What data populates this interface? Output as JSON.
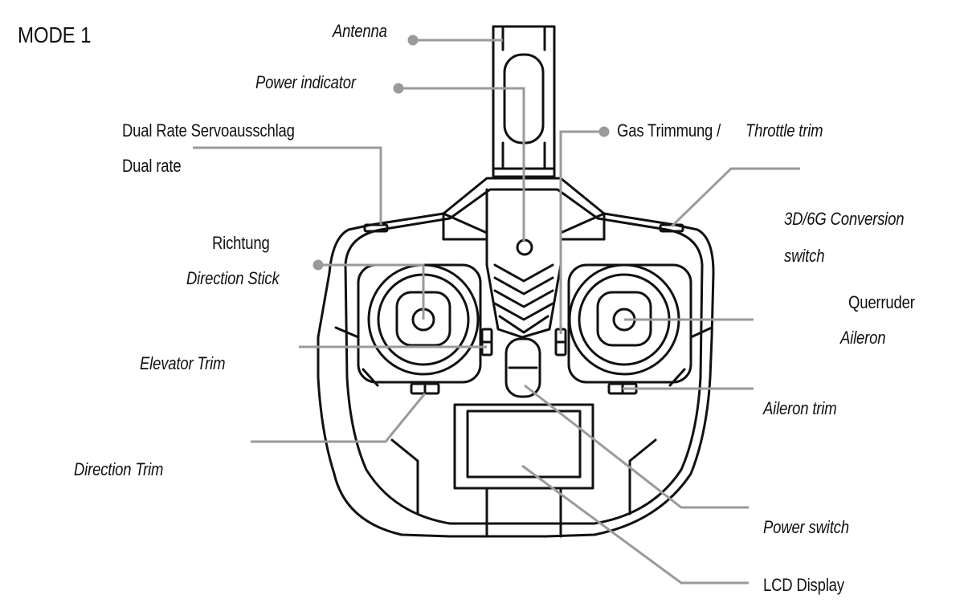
{
  "mode_label": "MODE 1",
  "labels": {
    "antenna": "Antenna",
    "power_indicator": "Power indicator",
    "dual_rate_de": "Dual Rate Servoausschlag",
    "dual_rate_en": "Dual rate",
    "richtung": "Richtung",
    "direction_stick": "Direction Stick",
    "elevator_trim": "Elevator Trim",
    "direction_trim": "Direction Trim",
    "gas_trimmung": "Gas Trimmung /",
    "throttle_trim": "Throttle trim",
    "conversion_1": "3D/6G Conversion",
    "conversion_2": "switch",
    "querruder": "Querruder",
    "aileron": "Aileron",
    "aileron_trim": "Aileron trim",
    "power_switch": "Power switch",
    "lcd_display": "LCD Display"
  },
  "colors": {
    "outline": "#111111",
    "leader": "#9a9a9a",
    "text": "#111111"
  }
}
